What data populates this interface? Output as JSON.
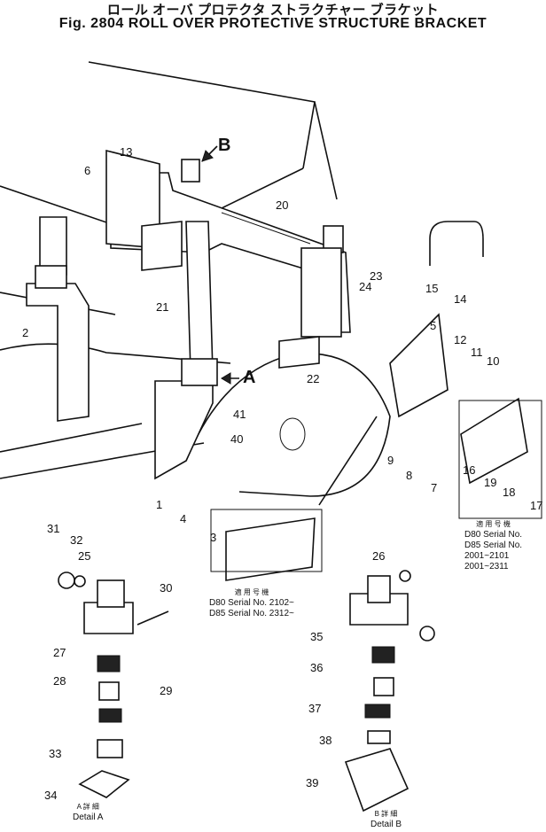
{
  "header": {
    "title_jp": "ロール オーバ プロテクタ ストラクチャー ブラケット",
    "title_en": "Fig. 2804 ROLL OVER PROTECTIVE STRUCTURE BRACKET"
  },
  "views": {
    "a": "A",
    "b": "B"
  },
  "callouts": [
    "1",
    "2",
    "3",
    "4",
    "5",
    "6",
    "7",
    "8",
    "9",
    "10",
    "11",
    "12",
    "13",
    "14",
    "15",
    "16",
    "17",
    "18",
    "19",
    "20",
    "21",
    "22",
    "23",
    "24",
    "25",
    "26",
    "27",
    "28",
    "29",
    "30",
    "31",
    "32",
    "33",
    "34",
    "35",
    "36",
    "37",
    "38",
    "39",
    "40",
    "41"
  ],
  "serial_box_right": {
    "jp": "適 用 号 機",
    "line1": "D80 Serial No.",
    "line2": "D85 Serial No.",
    "line3": "2001~2101",
    "line4": "2001~2311"
  },
  "serial_box_mid": {
    "jp": "適 用 号 機",
    "line1": "D80 Serial No. 2102~",
    "line2": "D85 Serial No. 2312~"
  },
  "detail_a": {
    "jp": "A 詳 細",
    "en": "Detail A"
  },
  "detail_b": {
    "jp": "B 詳 細",
    "en": "Detail B"
  }
}
